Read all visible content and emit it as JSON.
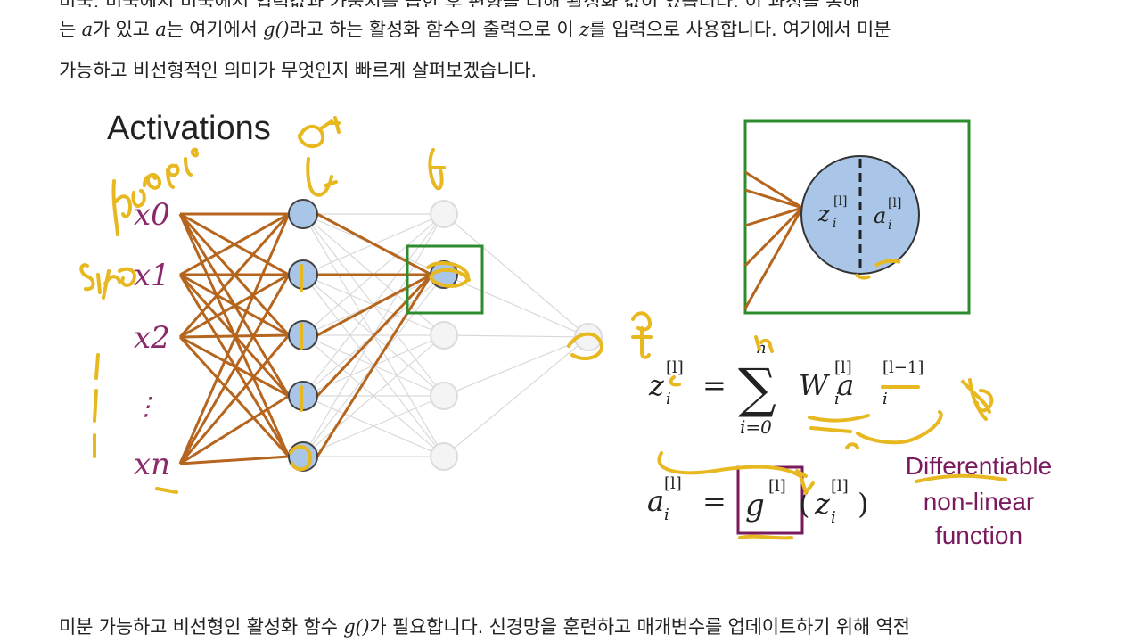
{
  "top_cut_text": "미국. 미국에서 미국에서 입력값과 가중치를 곱한 후 편향을 더해 활성화 값이 있습니다. 이 과정을 통해",
  "paragraph1": {
    "line1": [
      {
        "t": "는 ",
        "m": false
      },
      {
        "t": "a",
        "m": true
      },
      {
        "t": "가 있고 ",
        "m": false
      },
      {
        "t": "a",
        "m": true
      },
      {
        "t": "는 여기에서 ",
        "m": false
      },
      {
        "t": "g()",
        "m": true
      },
      {
        "t": "라고 하는 활성화 함수의 출력으로 이 ",
        "m": false
      },
      {
        "t": "z",
        "m": true
      },
      {
        "t": "를 입력으로 사용합니다. 여기에서 미분",
        "m": false
      }
    ],
    "line2": "가능하고 비선형적인 의미가 무엇인지 빠르게 살펴보겠습니다."
  },
  "figure": {
    "title": "Activations",
    "inputs": [
      "x0",
      "x1",
      "x2",
      "⋮",
      "xn"
    ],
    "formula1": {
      "lhs": "z",
      "rhs": "W a",
      "sum_top": "n",
      "sum_bottom": "i=0"
    },
    "formula2": {
      "lhs": "a",
      "func": "g"
    },
    "node_labels": {
      "z": "z",
      "a": "a"
    },
    "annotation": [
      "Differentiable",
      "non-linear",
      "function"
    ],
    "colors": {
      "edge": "#b5651d",
      "node": "#a9c6e8",
      "highlight": "#2e8b2e",
      "annotation": "#7a1a5e",
      "handwriting": "#e8b820",
      "input_label": "#8b2a6b"
    }
  },
  "paragraph2": [
    {
      "t": "미분 가능하고 비선형인 활성화 함수 ",
      "m": false
    },
    {
      "t": "g()",
      "m": true
    },
    {
      "t": "가 필요합니다. 신경망을 훈련하고 매개변수를 업데이트하기 위해 역전",
      "m": false
    }
  ]
}
